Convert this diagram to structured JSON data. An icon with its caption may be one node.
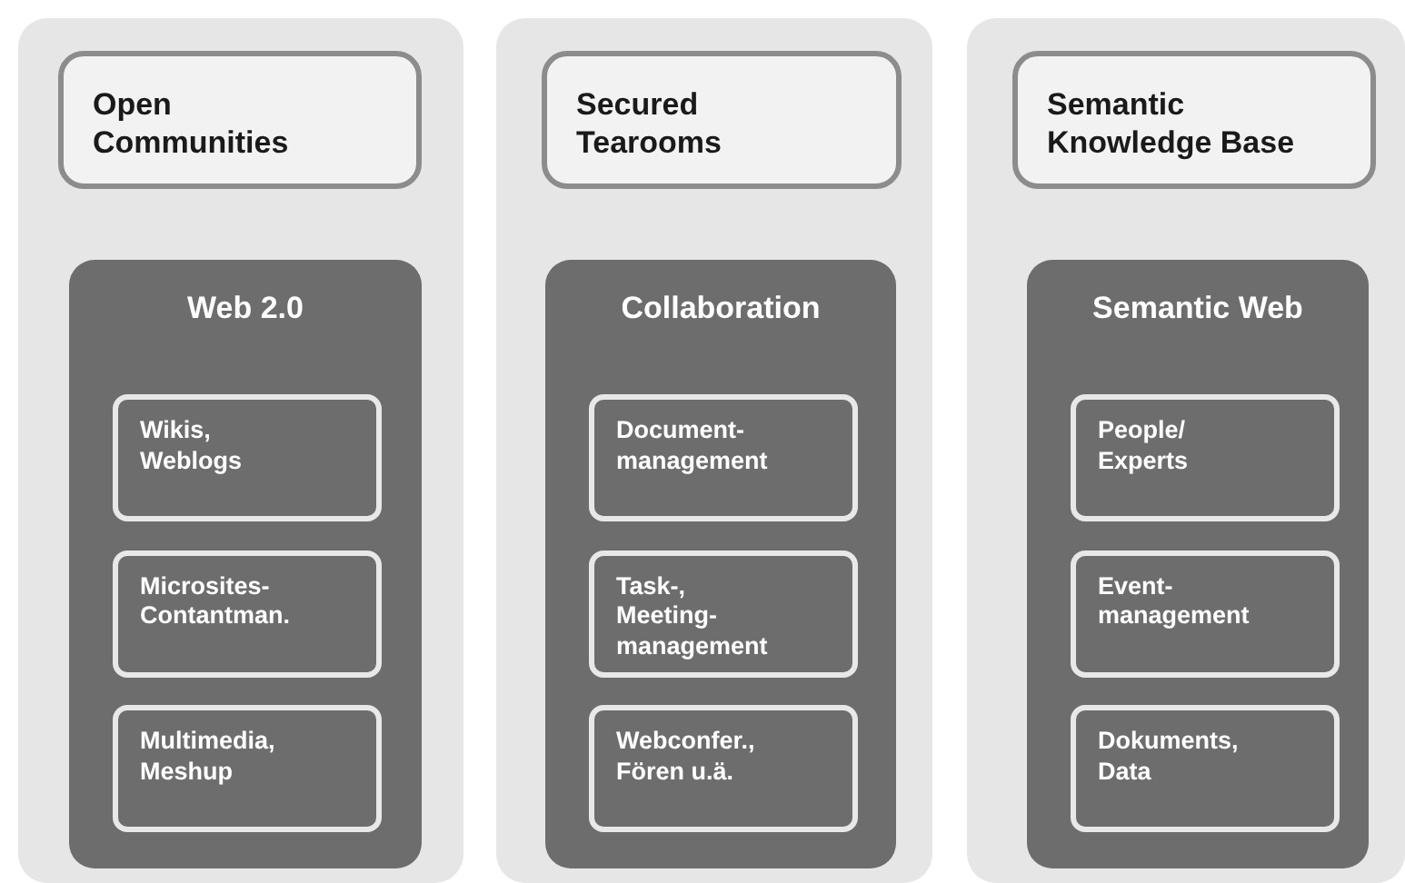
{
  "diagram": {
    "nodes": [
      {
        "text": [],
        "shape": "box"
      },
      {
        "text": [
          "Open Communities"
        ],
        "in": 0
      },
      {
        "text": [
          "Web 2.0"
        ],
        "in": 0
      },
      {
        "text": [
          "Wikis, Weblogs"
        ],
        "in": 2
      },
      {
        "text": [
          "Microsites- Contantman."
        ],
        "in": 2
      },
      {
        "text": [
          "Multimedia, Meshup"
        ],
        "in": 2
      },
      {
        "text": [],
        "shape": "box"
      },
      {
        "text": [
          "Secured Tearooms"
        ],
        "in": 6
      },
      {
        "text": [
          "Collaboration"
        ],
        "in": 6
      },
      {
        "text": [
          "Document- management"
        ],
        "in": 8
      },
      {
        "text": [
          "Task-, Meeting- management"
        ],
        "in": 8
      },
      {
        "text": [
          "Webconfer., Fören u.ä."
        ],
        "in": 8
      },
      {
        "text": [],
        "shape": "box"
      },
      {
        "text": [
          "Semantic Knowledge Base"
        ],
        "in": 12
      },
      {
        "text": [
          "Semantic Web"
        ],
        "in": 12
      },
      {
        "text": [
          "People/ Experts"
        ],
        "in": 14
      },
      {
        "text": [
          "Event- management"
        ],
        "in": 14
      },
      {
        "text": [
          "Dokuments, Data"
        ],
        "in": 14
      }
    ],
    "edges": []
  }
}
